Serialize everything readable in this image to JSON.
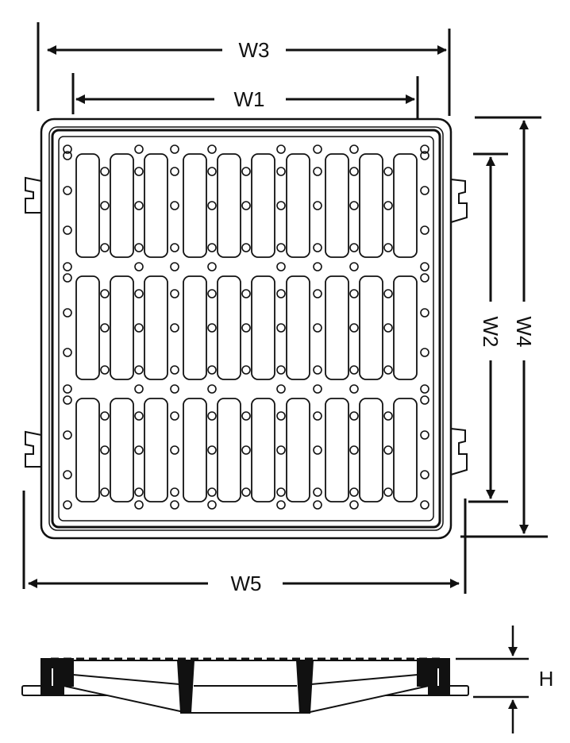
{
  "dimensions": {
    "w3": "W3",
    "w1": "W1",
    "w2": "W2",
    "w4": "W4",
    "w5": "W5",
    "h": "H"
  },
  "colors": {
    "ink": "#111111",
    "background": "#ffffff"
  }
}
